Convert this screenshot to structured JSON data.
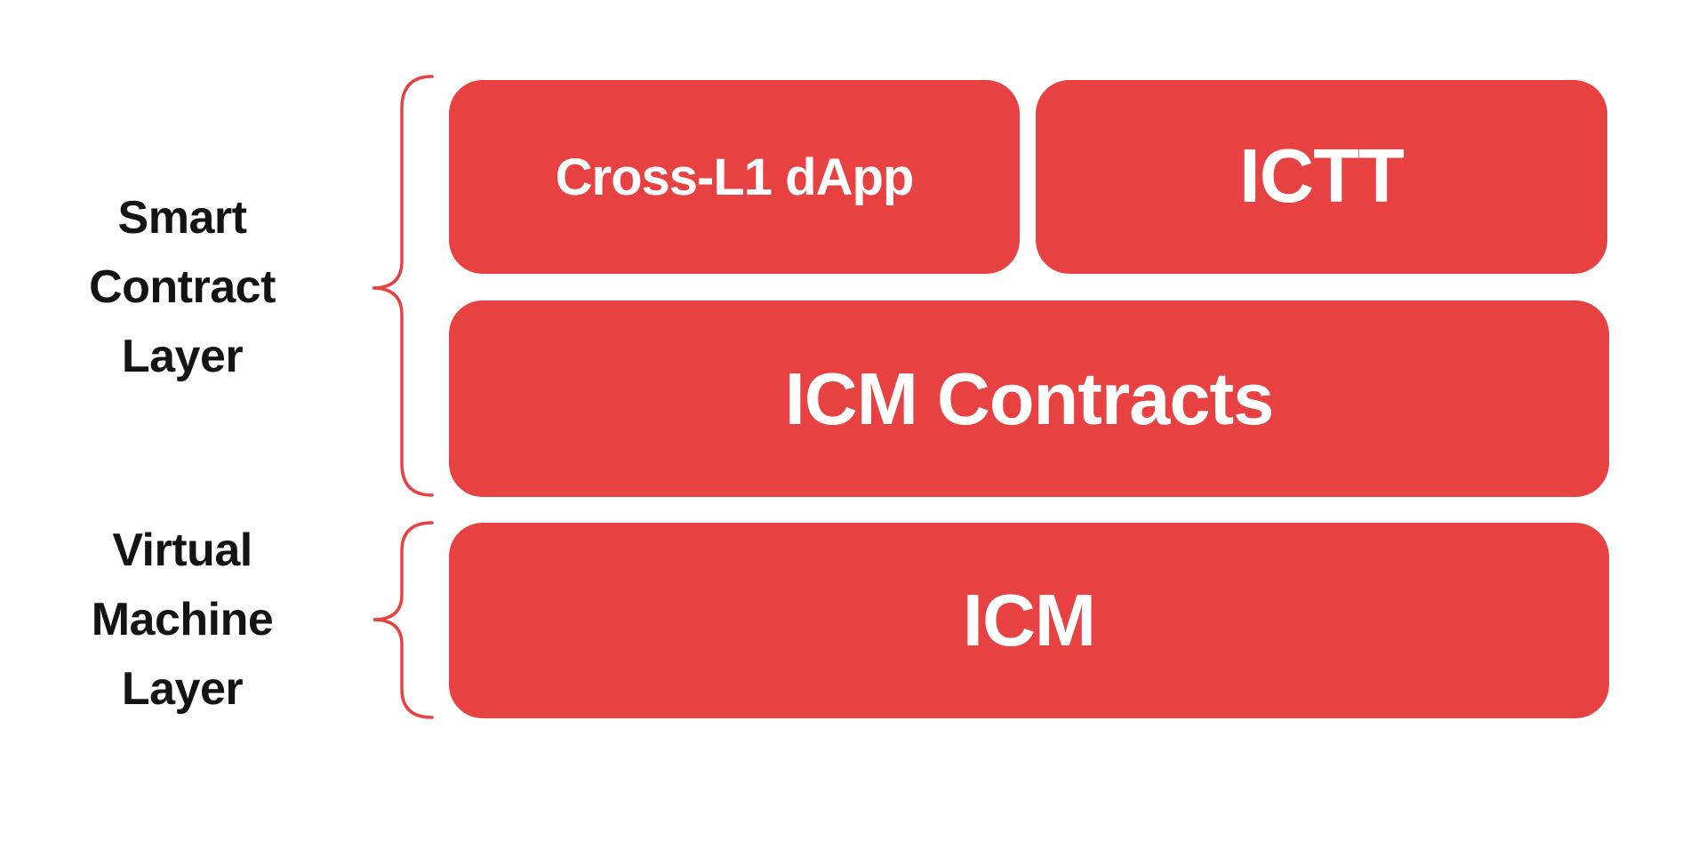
{
  "colors": {
    "red": "#E84142",
    "label": "#141414",
    "box_text": "#FFFFFF",
    "bg": "#FFFFFF"
  },
  "layers": {
    "smart_contract": {
      "label_lines": [
        "Smart",
        "Contract",
        "Layer"
      ],
      "boxes": {
        "cross_l1_dapp": "Cross-L1 dApp",
        "ictt": "ICTT",
        "icm_contracts": "ICM Contracts"
      }
    },
    "virtual_machine": {
      "label_lines": [
        "Virtual",
        "Machine",
        "Layer"
      ],
      "boxes": {
        "icm": "ICM"
      }
    }
  }
}
